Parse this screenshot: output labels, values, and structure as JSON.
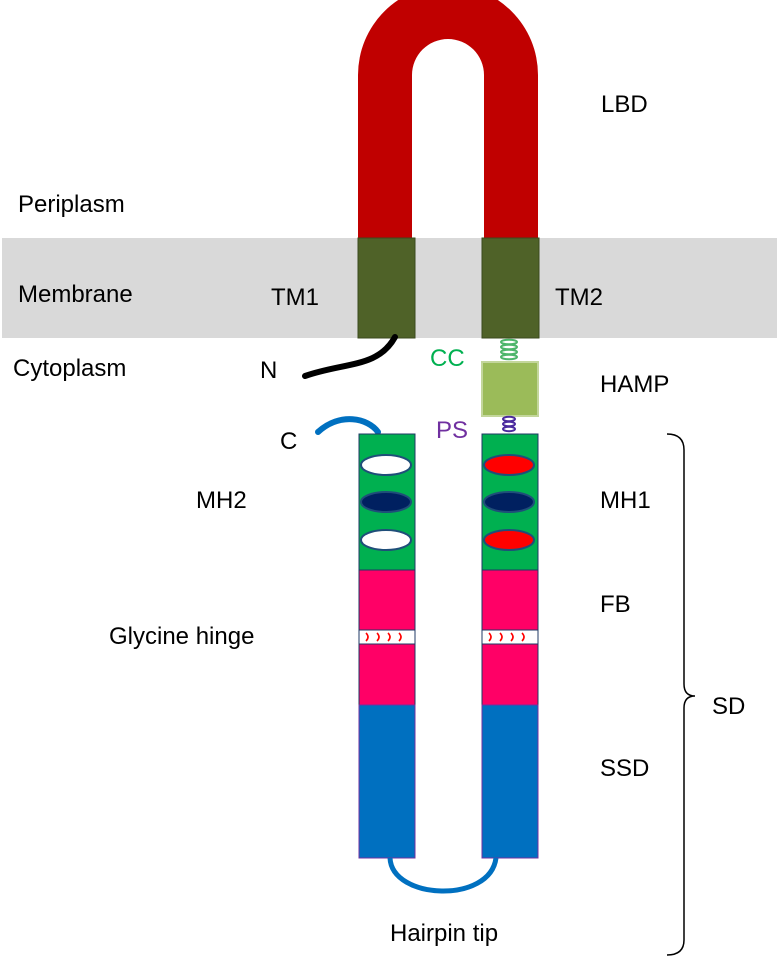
{
  "labels": {
    "lbd": "LBD",
    "periplasm": "Periplasm",
    "membrane": "Membrane",
    "cytoplasm": "Cytoplasm",
    "tm1": "TM1",
    "tm2": "TM2",
    "n_term": "N",
    "c_term": "C",
    "cc": "CC",
    "ps": "PS",
    "hamp": "HAMP",
    "mh1": "MH1",
    "mh2": "MH2",
    "fb": "FB",
    "glycine_hinge": "Glycine hinge",
    "ssd": "SSD",
    "sd": "SD",
    "hairpin_tip": "Hairpin tip"
  },
  "colors": {
    "lbd": "#c00000",
    "membrane": "#d9d9d9",
    "tm": "#4f6228",
    "hamp": "#9bbb59",
    "hamp_border": "#c3d69b",
    "cc_text": "#00b050",
    "cc_coil": "#4db56a",
    "ps_text": "#7030a0",
    "ps_coil": "#4b2a9e",
    "mh": "#00b050",
    "fb": "#ff0066",
    "ssd": "#0070c0",
    "loop": "#0070c0",
    "oval_navy": "#002060",
    "oval_red": "#ff0000",
    "oval_white": "#ffffff",
    "oval_border": "#1f4e79"
  }
}
